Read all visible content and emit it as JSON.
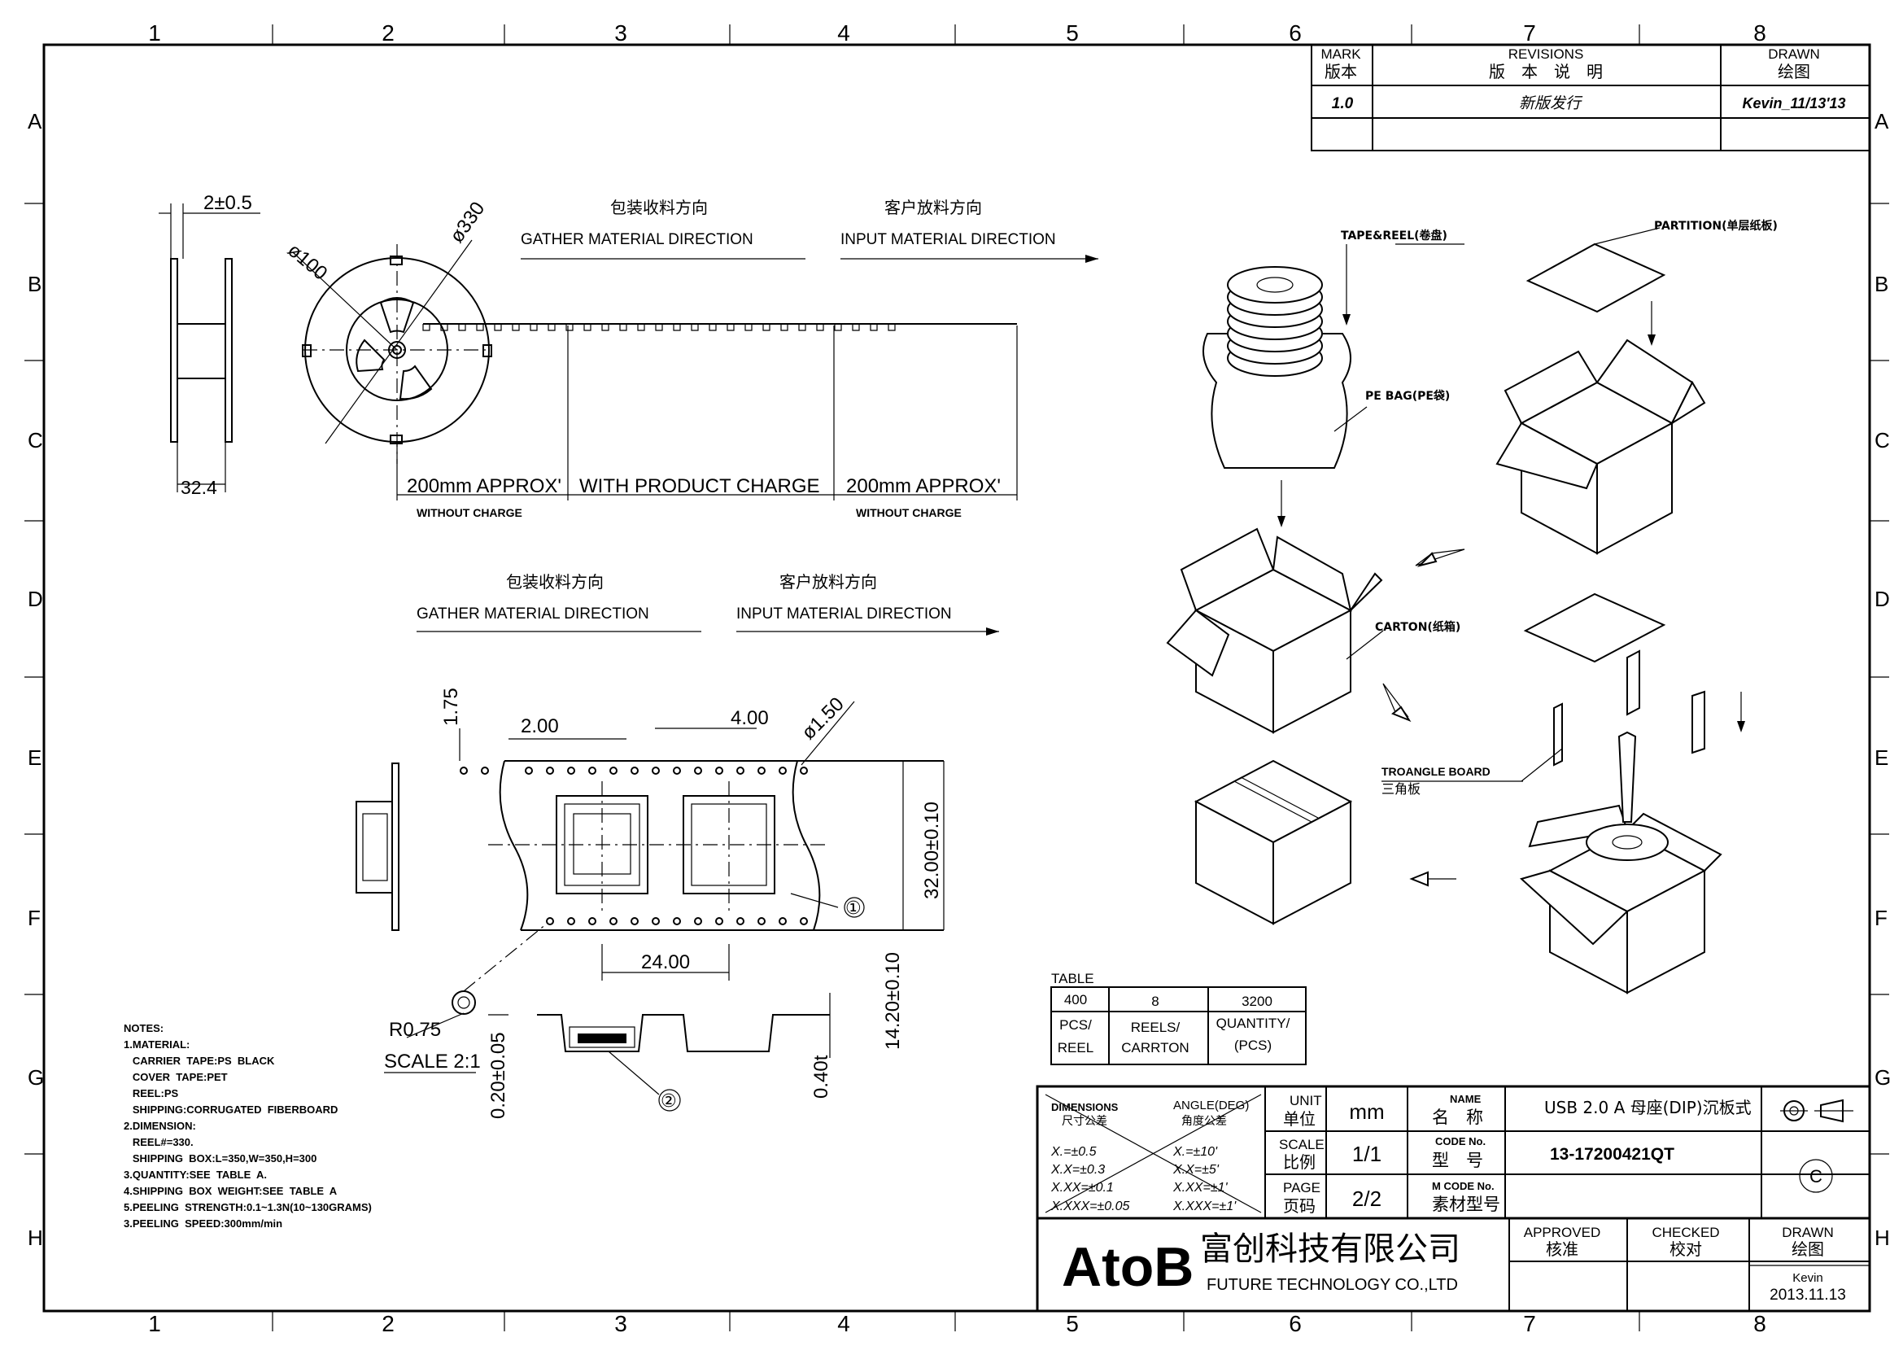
{
  "grid": {
    "columns": [
      "1",
      "2",
      "3",
      "4",
      "5",
      "6",
      "7",
      "8"
    ],
    "rows": [
      "A",
      "B",
      "C",
      "D",
      "E",
      "F",
      "G",
      "H"
    ]
  },
  "revision_table": {
    "mark_label": "MARK",
    "mark_label_cn": "版本",
    "revisions_label": "REVISIONS",
    "revisions_label_cn": "版　本　说　明",
    "drawn_label": "DRAWN",
    "drawn_label_cn": "绘图",
    "rows": [
      {
        "mark": "1.0",
        "revision": "新版发行",
        "drawn": "Kevin_11/13'13"
      }
    ]
  },
  "reel_view": {
    "flange_gap": "2±0.5",
    "hub_diameter": "ø100",
    "reel_diameter": "ø330",
    "width": "32.4"
  },
  "tape_view": {
    "gather_cn": "包装收料方向",
    "gather_en": "GATHER  MATERIAL  DIRECTION",
    "input_cn": "客户放料方向",
    "input_en": "INPUT  MATERIAL  DIRECTION",
    "leader": "200mm  APPROX'",
    "product": "WITH  PRODUCT  CHARGE",
    "trailer": "200mm  APPROX'",
    "without_charge": "WITHOUT  CHARGE"
  },
  "carrier_view": {
    "gather_cn": "包装收料方向",
    "gather_en": "GATHER  MATERIAL  DIRECTION",
    "input_cn": "客户放料方向",
    "input_en": "INPUT  MATERIAL  DIRECTION",
    "dim_175": "1.75",
    "dim_200": "2.00",
    "dim_400": "4.00",
    "dim_hole": "ø1.50",
    "dim_width": "32.00±0.10",
    "dim_pitch": "24.00",
    "dim_pocket": "14.20±0.10",
    "dim_radius": "R0.75",
    "scale": "SCALE  2:1",
    "dim_thick": "0.20±0.05",
    "dim_depth": "0.40t",
    "callout1": "①",
    "callout2": "②"
  },
  "packing_view": {
    "tape_reel": "TAPE&REEL(卷盘)",
    "partition": "PARTITION(单层纸板)",
    "pe_bag": "PE BAG(PE袋)",
    "carton": "CARTON(纸箱)",
    "triangle": "TROANGLE  BOARD",
    "triangle_cn": "三角板"
  },
  "qty_table": {
    "title": "TABLE",
    "values": [
      "400",
      "8",
      "3200"
    ],
    "labels": [
      [
        "PCS/",
        "REEL"
      ],
      [
        "REELS/",
        "CARRTON"
      ],
      [
        "QUANTITY/",
        "(PCS)"
      ]
    ]
  },
  "notes": {
    "title": "NOTES:",
    "lines": [
      "1.MATERIAL:",
      "   CARRIER  TAPE:PS  BLACK",
      "   COVER  TAPE:PET",
      "   REEL:PS",
      "   SHIPPING:CORRUGATED  FIBERBOARD",
      "2.DIMENSION:",
      "   REEL#=330.",
      "   SHIPPING  BOX:L=350,W=350,H=300",
      "3.QUANTITY:SEE  TABLE  A.",
      "4.SHIPPING  BOX  WEIGHT:SEE  TABLE  A",
      "5.PEELING  STRENGTH:0.1~1.3N(10~130GRAMS)",
      "3.PEELING  SPEED:300mm/min"
    ]
  },
  "title_block": {
    "dimensions_en": "DIMENSIONS",
    "dimensions_cn": "尺寸公差",
    "angle_en": "ANGLE(DEG)",
    "angle_cn": "角度公差",
    "tol": [
      "X.=±0.5",
      "X.X=±0.3",
      "X.XX=±0.1",
      "X.XXX=±0.05"
    ],
    "atol": [
      "X.=±10'",
      "X.X=±5'",
      "X.XX=±1'",
      "X.XXX=±1'"
    ],
    "unit_en": "UNIT",
    "unit_cn": "单位",
    "unit_val": "mm",
    "scale_en": "SCALE",
    "scale_cn": "比例",
    "scale_val": "1/1",
    "page_en": "PAGE",
    "page_cn": "页码",
    "page_val": "2/2",
    "name_en": "NAME",
    "name_cn": "名　称",
    "name_val": "USB 2.0 A 母座(DIP)沉板式",
    "code_en": "CODE No.",
    "code_cn": "型　号",
    "code_val": "13-17200421QT",
    "mcode_en": "M CODE No.",
    "mcode_cn": "素材型号",
    "logo": "AtoB",
    "company_cn": "富创科技有限公司",
    "company_en": "FUTURE  TECHNOLOGY  CO.,LTD",
    "approved_en": "APPROVED",
    "approved_cn": "核准",
    "checked_en": "CHECKED",
    "checked_cn": "校对",
    "drawn_en": "DRAWN",
    "drawn_cn": "绘图",
    "drawn_name": "Kevin",
    "drawn_date": "2013.11.13",
    "copyright": "C"
  }
}
